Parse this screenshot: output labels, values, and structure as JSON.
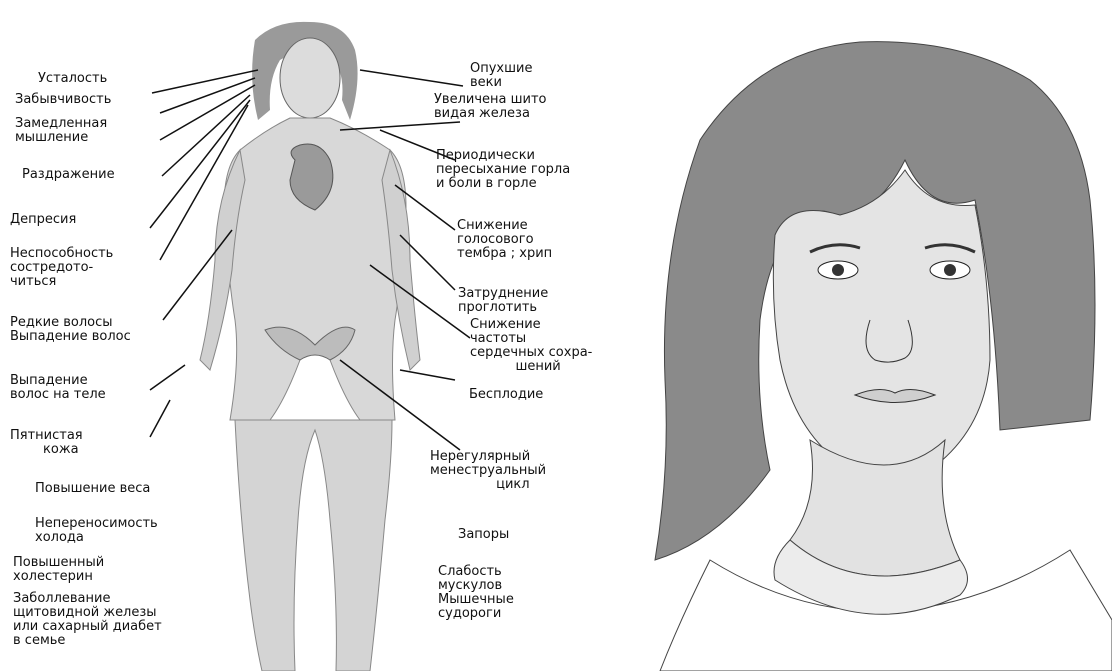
{
  "left_labels": [
    "Усталость",
    "Забывчивость",
    "Замедленная\nмышление",
    "Раздражение",
    "Депресия",
    "Неспособность\nсостредото-\nчиться",
    "Редкие волосы\nВыпадение волос",
    "Выпадение\nволос на теле",
    "Пятнистая\n        кожа",
    "Повышение веса",
    "Непереносимость\nхолода",
    "Повышенный\nхолестерин",
    "Заболлевание\nщитовидной железы\nили сахарный диабет\nв семье"
  ],
  "right_labels": [
    "Опухшие\nвеки",
    "Увеличена шито\nвидая железа",
    "Периодически\nпересыхание горла\nи боли в горле",
    "Снижение\nголосового\nтембра ; хрип",
    "Затруднение\nпроглотить",
    "Снижение\nчастоты\nсердечных сохра-\n           шений",
    "Бесплодие",
    "Нерегулярный\nменеструальный\n                цикл",
    "Запоры",
    "Слабость\nмускулов\nМышечные\nсудороги"
  ],
  "colors": {
    "hair": "#8a8a8a",
    "skin": "#e2e2e2",
    "line": "#222222"
  }
}
